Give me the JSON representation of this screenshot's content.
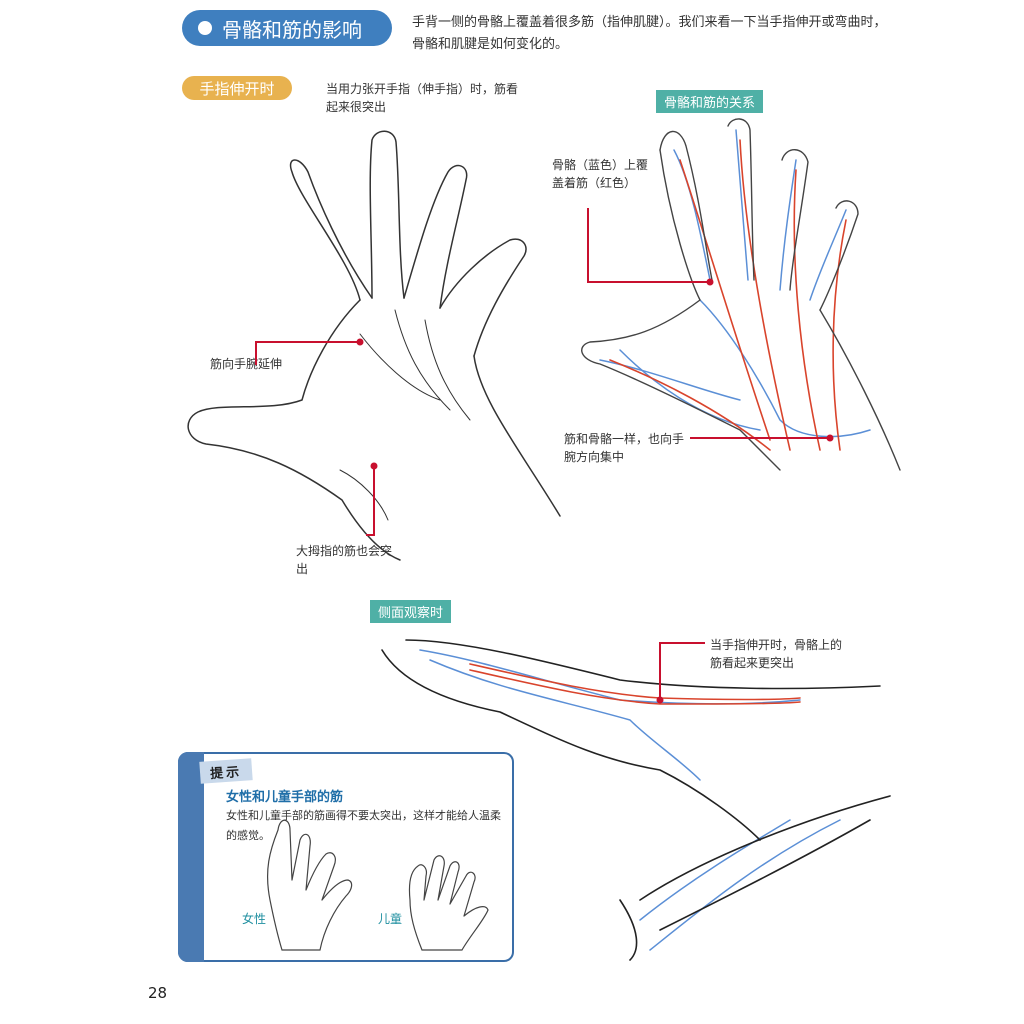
{
  "header": {
    "title": "骨骼和筋的影响",
    "intro": "手背一侧的骨骼上覆盖着很多筋（指伸肌腱）。我们来看一下当手指伸开或弯曲时，骨骼和肌腱是如何变化的。"
  },
  "section_extend": {
    "tag": "手指伸开时",
    "note": "当用力张开手指（伸手指）时，筋看起来很突出",
    "label_wrist": "筋向手腕延伸",
    "label_thumb": "大拇指的筋也会突出"
  },
  "section_relation": {
    "tag": "骨骼和筋的关系",
    "label_cover": "骨骼（蓝色）上覆盖着筋（红色）",
    "label_gather": "筋和骨骼一样，也向手腕方向集中"
  },
  "section_side": {
    "tag": "侧面观察时",
    "label": "当手指伸开时，骨骼上的筋看起来更突出"
  },
  "tip": {
    "label": "提示",
    "title": "女性和儿童手部的筋",
    "text": "女性和儿童手部的筋画得不要太突出，这样才能给人温柔的感觉。",
    "female": "女性",
    "child": "儿童"
  },
  "page_number": "28",
  "colors": {
    "title_blue": "#3f7fbf",
    "tag_orange": "#e8b24f",
    "tag_teal": "#4fb0a6",
    "tendon_red": "#d9442c",
    "bone_blue": "#5b8fd6",
    "leader_red": "#c8102e"
  }
}
